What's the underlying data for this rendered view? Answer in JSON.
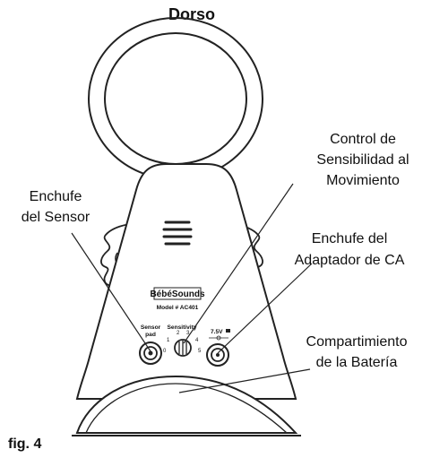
{
  "title": "Dorso",
  "figure_label": "fig. 4",
  "callouts": {
    "sensor_jack": [
      "Enchufe",
      "del Sensor"
    ],
    "motion_sensitivity": [
      "Control de",
      "Sensibilidad al",
      "Movimiento"
    ],
    "ac_adapter_jack": [
      "Enchufe del",
      "Adaptador de CA"
    ],
    "battery_compartment": [
      "Compartimiento",
      "de la Batería"
    ]
  },
  "device": {
    "brand": "BébéSounds",
    "model": "Model # AC401",
    "sensor_pad_label": [
      "Sensor",
      "pad"
    ],
    "sensitivity_label": "Sensitivity",
    "dial_numbers": [
      "0",
      "1",
      "2",
      "3",
      "4",
      "5"
    ],
    "voltage_label": "7.5V"
  }
}
